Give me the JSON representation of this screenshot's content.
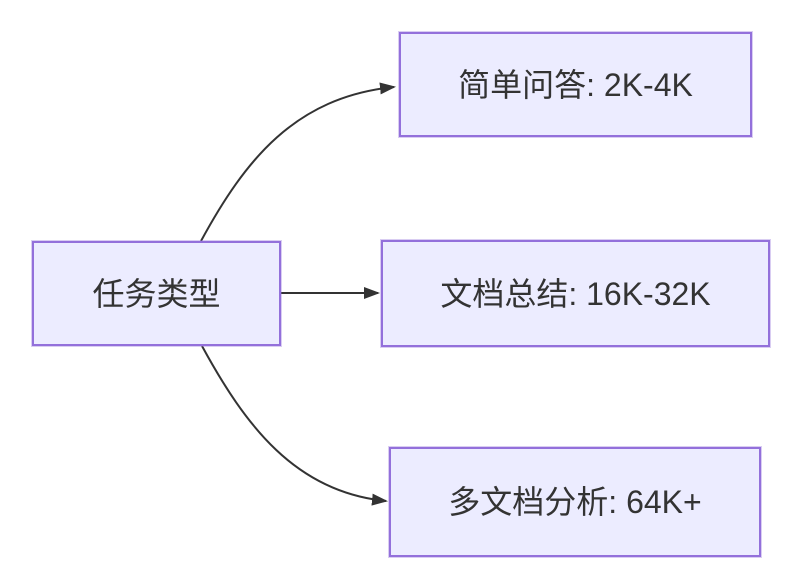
{
  "diagram": {
    "type": "flowchart",
    "direction": "left-to-right",
    "colors": {
      "background": "#FFFFFF",
      "node_fill": "#ECECFF",
      "node_border": "#9370DB",
      "text": "#333333",
      "arrow": "#333333"
    },
    "root": {
      "id": "task-type",
      "label": "任务类型"
    },
    "children": [
      {
        "id": "simple-qa",
        "label": "简单问答: 2K-4K"
      },
      {
        "id": "doc-summary",
        "label": "文档总结: 16K-32K"
      },
      {
        "id": "multi-doc",
        "label": "多文档分析: 64K+"
      }
    ],
    "edges": [
      {
        "from": "task-type",
        "to": "simple-qa"
      },
      {
        "from": "task-type",
        "to": "doc-summary"
      },
      {
        "from": "task-type",
        "to": "multi-doc"
      }
    ]
  }
}
